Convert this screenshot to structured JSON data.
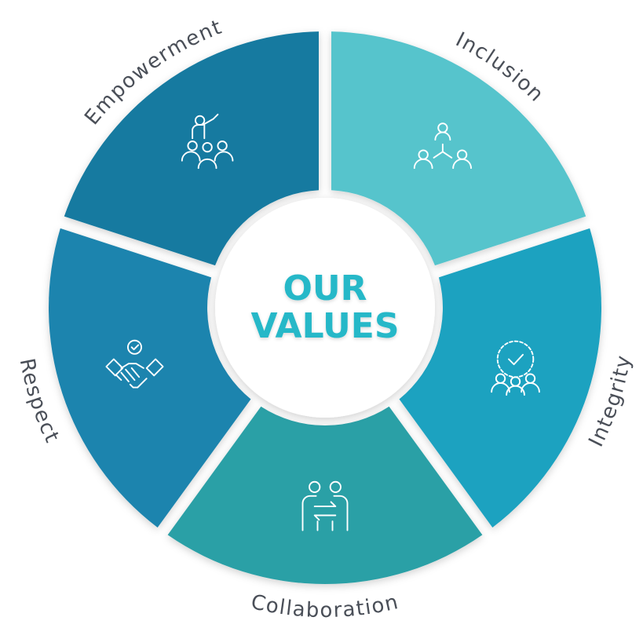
{
  "center": {
    "line1": "OUR",
    "line2": "VALUES",
    "color": "#26b8c8"
  },
  "segments": [
    {
      "label": "Inclusion",
      "color": "#56c4cc",
      "icon": "people-network-icon"
    },
    {
      "label": "Integrity",
      "color": "#1aa2c0",
      "icon": "check-badge-people-icon"
    },
    {
      "label": "Collaboration",
      "color": "#2ba0a6",
      "icon": "two-people-exchange-icon"
    },
    {
      "label": "Respect",
      "color": "#1b84ae",
      "icon": "handshake-icon"
    },
    {
      "label": "Empowerment",
      "color": "#137aa0",
      "icon": "presenter-audience-icon"
    }
  ]
}
